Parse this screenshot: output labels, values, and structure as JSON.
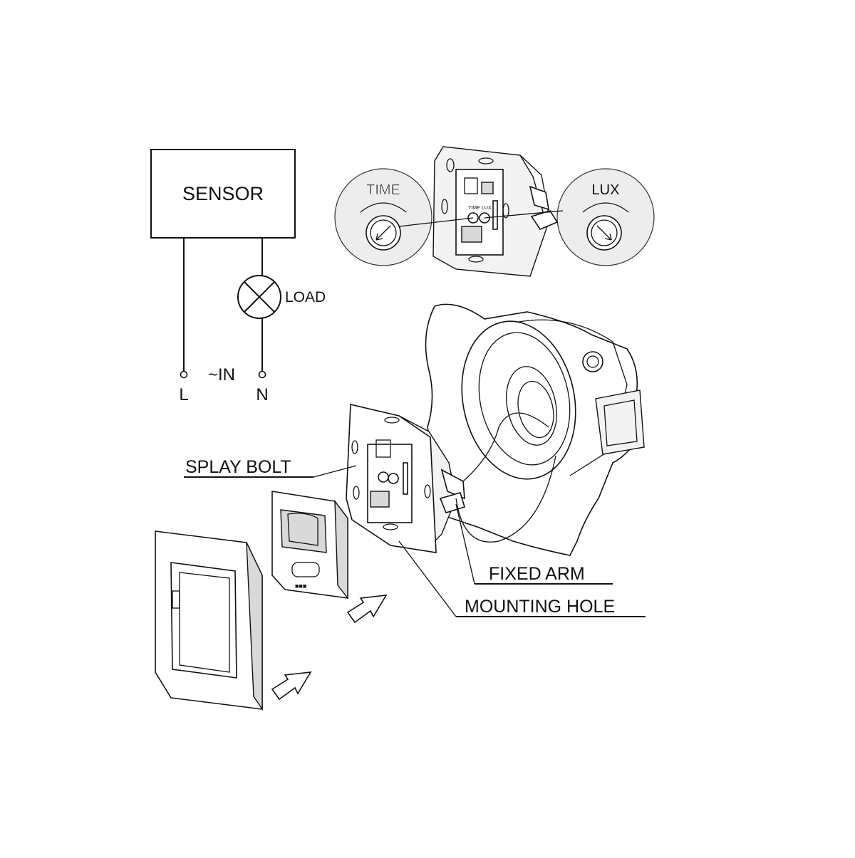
{
  "wiring": {
    "sensor_label": "SENSOR",
    "load_label": "LOAD",
    "input_label": "~IN",
    "line_label": "L",
    "neutral_label": "N"
  },
  "adjustments": {
    "time_label": "TIME",
    "lux_label": "LUX",
    "small_time": "TIME",
    "small_lux": "LUX"
  },
  "callouts": {
    "splay_bolt": "SPLAY BOLT",
    "fixed_arm": "FIXED ARM",
    "mounting_hole": "MOUNTING HOLE"
  }
}
